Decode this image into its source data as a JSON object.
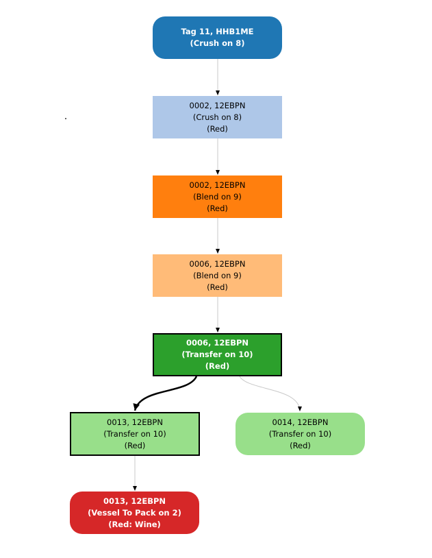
{
  "colors": {
    "root": "#1f77b4",
    "light_blue": "#aec7e8",
    "orange": "#ff7f0e",
    "light_orange": "#ffbb78",
    "green": "#2ca02c",
    "light_green": "#98df8a",
    "red": "#d62728",
    "edge": "#c8c8c8",
    "edge_bold": "#000000"
  },
  "nodes": {
    "root": {
      "line1": "Tag 11, HHB1ME",
      "line2": "(Crush on 8)"
    },
    "n1": {
      "line1": "0002, 12EBPN",
      "line2": "(Crush on 8)",
      "line3": "(Red)"
    },
    "n2": {
      "line1": "0002, 12EBPN",
      "line2": "(Blend on 9)",
      "line3": "(Red)"
    },
    "n3": {
      "line1": "0006, 12EBPN",
      "line2": "(Blend on 9)",
      "line3": "(Red)"
    },
    "n4": {
      "line1": "0006, 12EBPN",
      "line2": "(Transfer on 10)",
      "line3": "(Red)"
    },
    "n5": {
      "line1": "0013, 12EBPN",
      "line2": "(Transfer on 10)",
      "line3": "(Red)"
    },
    "n6": {
      "line1": "0014, 12EBPN",
      "line2": "(Transfer on 10)",
      "line3": "(Red)"
    },
    "n7": {
      "line1": "0013, 12EBPN",
      "line2": "(Vessel To Pack on 2)",
      "line3": "(Red: Wine)"
    }
  }
}
